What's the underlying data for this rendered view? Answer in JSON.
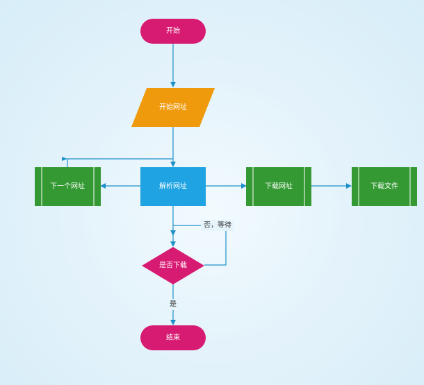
{
  "nodes": {
    "start": "开始",
    "start_url": "开始网址",
    "parse_url": "解析网址",
    "next_url": "下一个网址",
    "download_url": "下载网址",
    "download_file": "下载文件",
    "is_download": "是否下载",
    "end": "结束"
  },
  "edges": {
    "no_wait": "否，等待",
    "yes": "是"
  },
  "colors": {
    "terminator": "#d81b72",
    "io": "#ef9a0c",
    "process_blue": "#1fa3e3",
    "process_green": "#349933",
    "decision": "#d81b72",
    "connector": "#1e90c8"
  }
}
